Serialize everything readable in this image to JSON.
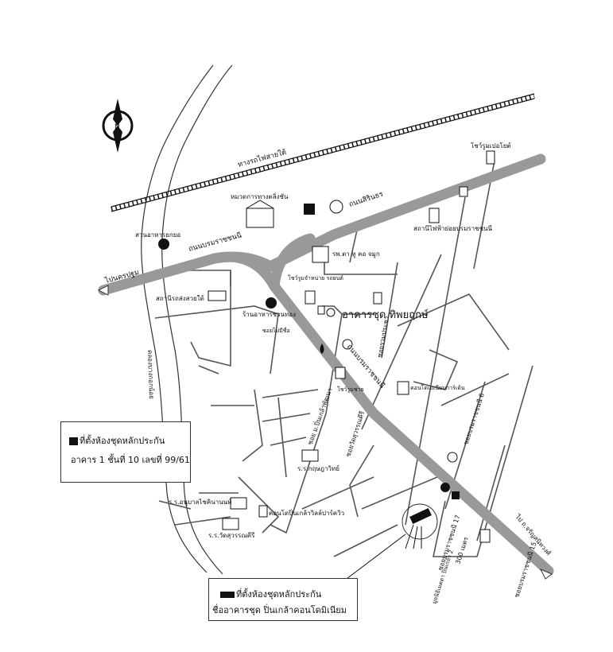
{
  "map": {
    "railway_label": "ทางรถไฟสายใต้",
    "roads": {
      "sirinthon": "ถนนสิรินธร",
      "borommaratchachonnani_top": "ถนนบรมราชชนนี",
      "borommaratchachonnani_diag": "ถนนบรมราชชนนี",
      "to_nakhonpathom": "ไปนครปฐม",
      "to_charansanitwong": "ไป ถ.จรัญสนิทวงศ์",
      "soi_ruamprachar": "ซอยรวมประชา",
      "soi_watsuwankhiri": "ซอยวัดสุวรรณคีรี",
      "soi_mubaan_pinklao": "ซอย ม.ปิ่นเกล้าพัฒนา",
      "soi_borom_6": "ซอยบรมราชชนนี 6",
      "soi_borom_17": "ซอยบรมราชชนนี 17",
      "soi_borom_15": "ซอยบรมราชชนนี 15",
      "distance": "300 เมตร",
      "khlong": "คลองบางกอกน้อย",
      "mubaan_pinklao2": "มูลนิธิเมตตา ปิ่นเกล้า 2"
    },
    "places": {
      "suan_ahan": "สวนอาหารยกยอ",
      "highway_dept": "หมวดการทางตลิ่งชัน",
      "power_station": "สถานีไฟฟ้าย่อยบรมราชชนนี",
      "showroom": "โชว์รูมเปอโยต์",
      "hospital": "รพ.ตา หู คอ จมูก",
      "showroom_car": "โชว์รูมจำหน่าย รถยนต์",
      "fire_station": "สถานีรถส่งสวยใต้",
      "restaurant": "ร้านอาหารชวนทอง",
      "building_name": "อาคารชุด ทิพยฤกษ์",
      "soi_point": "ซอยไม่มีชื่อ",
      "showroom2": "โชว์รูมชาย",
      "condo_garden": "คอนโดเมเนียมการ์เด้น",
      "school_krutrawit": "ร.ร.กฤษฎาวิทย์",
      "school_anuban": "ร.ร.อนุบาลไชคินานนท์",
      "school_watsuwan": "ร.ร.วัดสุวรรณคีรี",
      "condo_pinklao": "คอนโดปิ่นเกล้าวิลล์ปาร์ควิว"
    },
    "north": "N"
  },
  "info_box": {
    "line1": "ที่ตั้งห้องชุดหลักประกัน",
    "line2": "อาคาร 1 ชั้นที่ 10 เลขที่ 99/61"
  },
  "bottom_box": {
    "line1": "ที่ตั้งห้องชุดหลักประกัน",
    "line2": "ชื่ออาคารชุด ปิ่นเกล้าคอนโดมิเนียม"
  }
}
